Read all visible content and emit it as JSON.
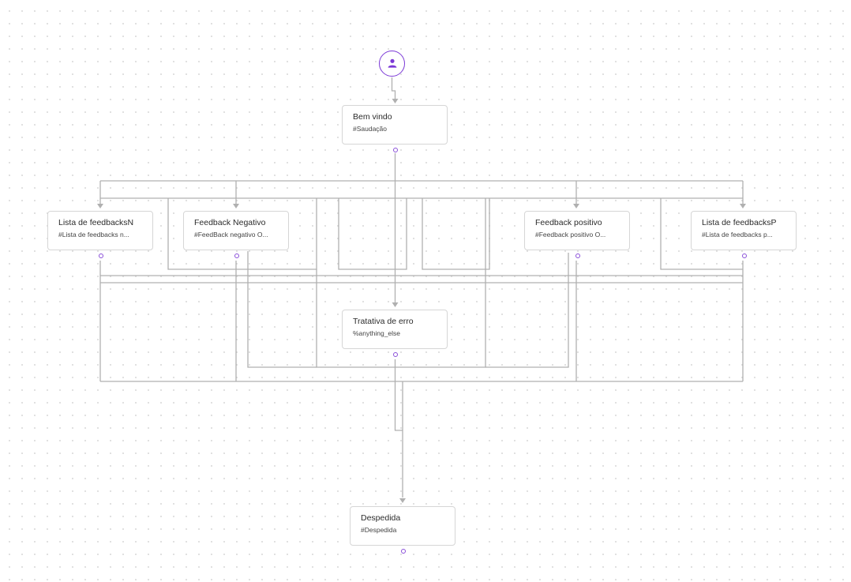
{
  "colors": {
    "accent": "#7b39d6",
    "edge": "#b0b0b0",
    "node_border": "#d6d6d6",
    "grid_dot": "#d9d9d9"
  },
  "start_node": {
    "icon": "user-icon"
  },
  "nodes": {
    "bem_vindo": {
      "title": "Bem vindo",
      "subtitle": "#Saudação"
    },
    "lista_n": {
      "title": "Lista de feedbacksN",
      "subtitle": "#Lista de feedbacks n..."
    },
    "feedback_negativo": {
      "title": "Feedback Negativo",
      "subtitle": "#FeedBack negativo O..."
    },
    "feedback_positivo": {
      "title": "Feedback positivo",
      "subtitle": "#Feedback positivo O..."
    },
    "lista_p": {
      "title": "Lista de feedbacksP",
      "subtitle": "#Lista de feedbacks p..."
    },
    "tratativa": {
      "title": "Tratativa de erro",
      "subtitle": "%anything_else"
    },
    "despedida": {
      "title": "Despedida",
      "subtitle": "#Despedida"
    }
  }
}
